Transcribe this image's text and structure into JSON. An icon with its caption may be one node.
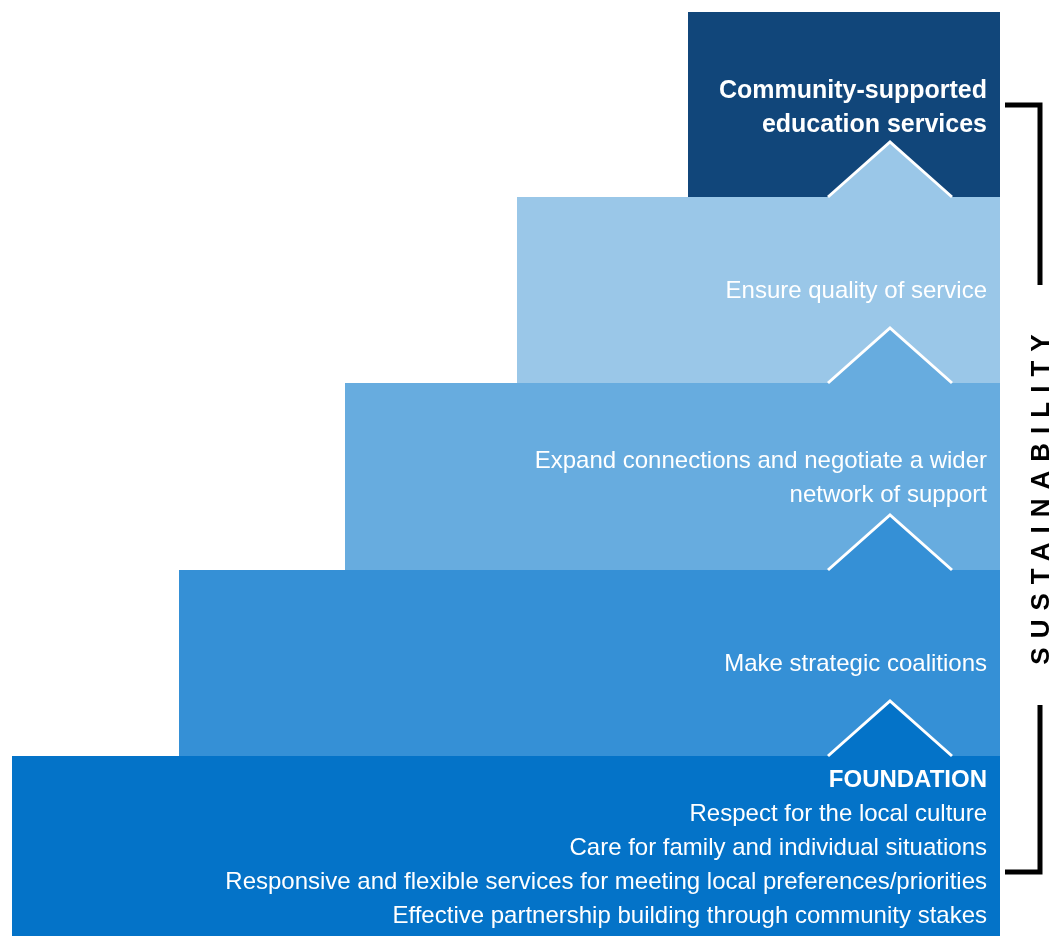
{
  "diagram": {
    "nodes": [
      {
        "text": [
          "Community-supported education services"
        ]
      },
      {
        "text": [
          "Ensure quality of service"
        ]
      },
      {
        "text": [
          "Expand connections and negotiate a wider network of support"
        ]
      },
      {
        "text": [
          "Make strategic coalitions"
        ]
      },
      {
        "text": [
          "FOUNDATION",
          "Respect for the local culture",
          "Care for family and individual situations",
          "Responsive and flexible services for meeting local preferences/priorities",
          "Effective partnership building through community stakes"
        ]
      }
    ],
    "edges": [
      {
        "from": 4,
        "to": 3,
        "arrow": "to",
        "color": "#0473c8"
      },
      {
        "from": 3,
        "to": 2,
        "arrow": "to",
        "color": "#3590d6"
      },
      {
        "from": 2,
        "to": 1,
        "arrow": "to",
        "color": "#67acdf"
      },
      {
        "from": 1,
        "to": 0,
        "arrow": "to",
        "color": "#9ac7e8"
      }
    ],
    "labels": [
      "SUSTAINABILITY"
    ]
  }
}
